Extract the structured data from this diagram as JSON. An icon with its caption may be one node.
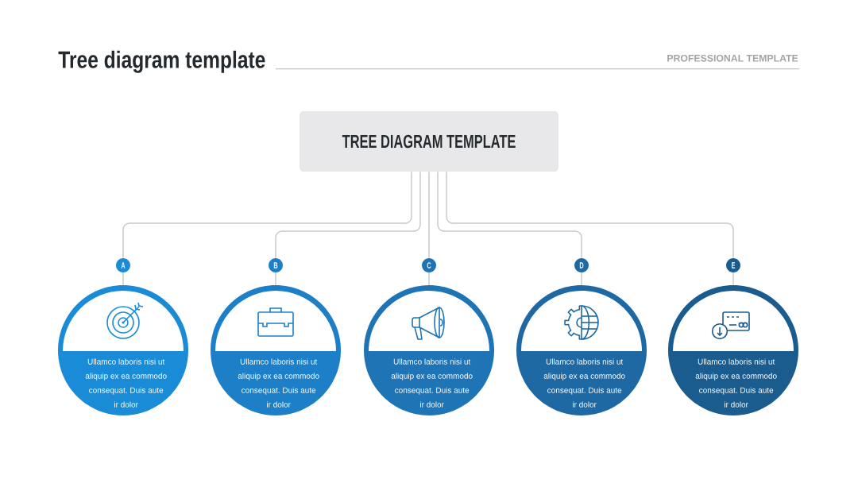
{
  "diagram": {
    "title": "Tree diagram template",
    "nodes": [
      {
        "text": [
          "TREE DIAGRAM TEMPLATE"
        ]
      },
      {
        "text": [
          "A"
        ]
      },
      {
        "text": [
          "B"
        ]
      },
      {
        "text": [
          "C"
        ]
      },
      {
        "text": [
          "D"
        ]
      },
      {
        "text": [
          "E"
        ]
      },
      {
        "text": [
          "Ullamco laboris nisi ut aliquip ex ea commodo consequat. Duis aute ir dolor"
        ]
      },
      {
        "text": [
          "Ullamco laboris nisi ut aliquip ex ea commodo consequat. Duis aute ir dolor"
        ]
      },
      {
        "text": [
          "Ullamco laboris nisi ut aliquip ex ea commodo consequat. Duis aute ir dolor"
        ]
      },
      {
        "text": [
          "Ullamco laboris nisi ut aliquip ex ea commodo consequat. Duis aute ir dolor"
        ]
      },
      {
        "text": [
          "Ullamco laboris nisi ut aliquip ex ea commodo consequat. Duis aute ir dolor"
        ]
      }
    ],
    "edges": [
      {
        "from": 0,
        "to": 1,
        "arrow": "none"
      },
      {
        "from": 0,
        "to": 2,
        "arrow": "none"
      },
      {
        "from": 0,
        "to": 3,
        "arrow": "none"
      },
      {
        "from": 0,
        "to": 4,
        "arrow": "none"
      },
      {
        "from": 0,
        "to": 5,
        "arrow": "none"
      },
      {
        "from": 1,
        "to": 6,
        "arrow": "none"
      },
      {
        "from": 2,
        "to": 7,
        "arrow": "none"
      },
      {
        "from": 3,
        "to": 8,
        "arrow": "none"
      },
      {
        "from": 4,
        "to": 9,
        "arrow": "none"
      },
      {
        "from": 5,
        "to": 10,
        "arrow": "none"
      }
    ],
    "labels": [
      "PROFESSIONAL TEMPLATE"
    ]
  }
}
